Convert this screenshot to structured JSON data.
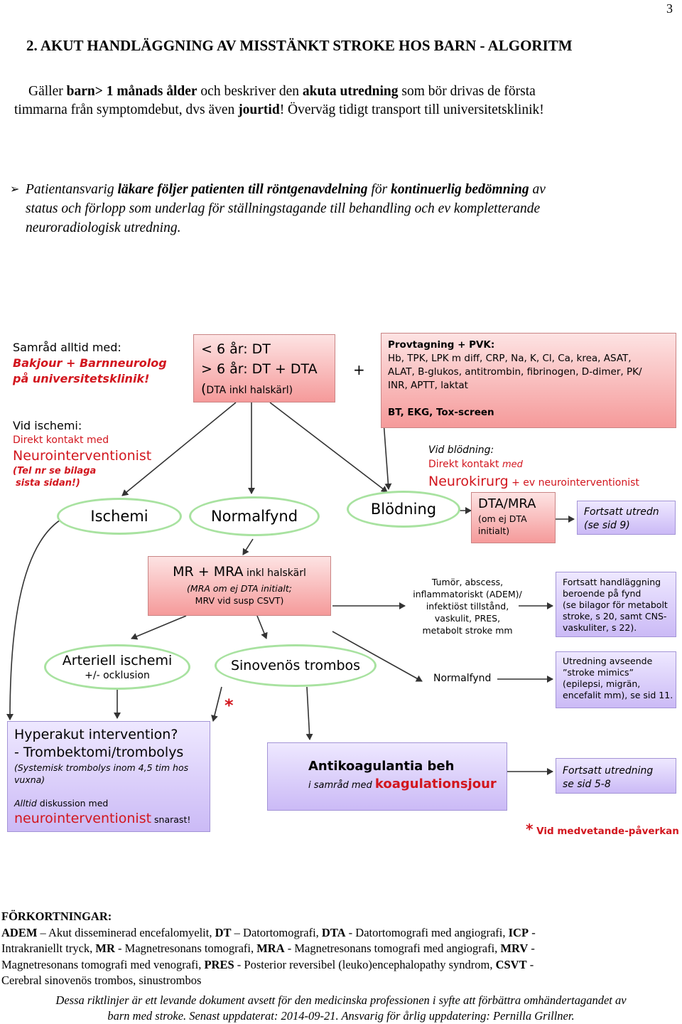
{
  "page_number": "3",
  "heading": "2. AKUT HANDLÄGGNING AV MISSTÄNKT STROKE HOS BARN - ALGORITM",
  "intro": {
    "t1": "Gäller ",
    "t2": "barn> 1 månads ålder",
    "t3": " och beskriver den ",
    "t4": "akuta utredning",
    "t5": " som bör drivas de första",
    "t6": "timmarna från symptomdebut, dvs även ",
    "t7": "jourtid",
    "t8": "! Överväg tidigt transport till universitetsklinik!"
  },
  "bullet": {
    "symbol": "➢",
    "p1": "Patientansvarig ",
    "p2": "läkare följer patienten till röntgenavdelning",
    "p3": " för ",
    "p4": "kontinuerlig bedömning",
    "p5": " av",
    "line2": "status och förlopp som underlag för ställningstagande till behandling och ev kompletterande",
    "line3": "neuroradiologisk utredning."
  },
  "samrad": {
    "label": "Samråd alltid med:",
    "line1": "Bakjour + Barnneurolog",
    "line2": "på universitetsklinik!"
  },
  "ischemi_note": {
    "label": "Vid ischemi:",
    "line1": "Direkt kontakt med",
    "line2": "Neurointerventionist",
    "line3": "(Tel nr se bilaga",
    "line4": "sista sidan!)"
  },
  "dt_box": {
    "line1": "< 6 år: DT",
    "line2": "> 6 år: DT + DTA",
    "line3a": "(",
    "line3b": "DTA inkl halskärl",
    "line3c": ")"
  },
  "plus": "+",
  "prov_box": {
    "title": "Provtagning + PVK:",
    "line1": "Hb, TPK, LPK m diff, CRP, Na, K, Cl, Ca, krea, ASAT,",
    "line2": "ALAT, B-glukos, antitrombin, fibrinogen, D-dimer, PK/",
    "line3": "INR, APTT, laktat",
    "line4": "BT, EKG, Tox-screen"
  },
  "blodning_note": {
    "label": "Vid blödning:",
    "line1a": "Direkt kontakt ",
    "line1b": "med",
    "line2a": "Neurokirurg",
    "line2b": " + ev neurointerventionist"
  },
  "ovals": {
    "ischemi": "Ischemi",
    "normalfynd": "Normalfynd",
    "blodning": "Blödning",
    "arteriell_title": "Arteriell ischemi",
    "arteriell_sub": "+/- ocklusion",
    "sinovenos": "Sinovenös trombos"
  },
  "dta_mra": {
    "title": "DTA/MRA",
    "line1": "(om ej DTA",
    "line2": "initialt)"
  },
  "fortsatt9": {
    "line1": "Fortsatt utredn",
    "line2": "(se sid 9)"
  },
  "mr_box": {
    "line1a": "MR + MRA",
    "line1b": " inkl halskärl",
    "line2": "(MRA om ej DTA initialt;",
    "line3": "MRV vid susp CSVT)"
  },
  "tumor": {
    "line1": "Tumör, abscess,",
    "line2": "inflammatoriskt (ADEM)/",
    "line3": "infektiöst tillstånd,",
    "line4": "vaskulit, PRES,",
    "line5": "metabolt stroke mm"
  },
  "fortsatt_handl": {
    "line1": "Fortsatt handläggning",
    "line2": "beroende på fynd",
    "line3": "(se bilagor för metabolt",
    "line4": "stroke, s 20,  samt CNS-",
    "line5": "vaskuliter, s 22)."
  },
  "normalfynd2": "Normalfynd",
  "mimics": {
    "line1": "Utredning  avseende",
    "line2": " ”stroke mimics”",
    "line3": "(epilepsi, migrän,",
    "line4": "encefalit mm), se sid 11."
  },
  "asterisk": "*",
  "hyperakut": {
    "title": "Hyperakut intervention?",
    "line2": "- Trombektomi/trombolys",
    "line3": "(Systemisk trombolys inom 4,5 tim hos",
    "line4": "vuxna)",
    "line5a": "Alltid",
    "line5b": " diskussion med",
    "line6a": "neurointerventionist",
    "line6b": " snarast!"
  },
  "antikoag": {
    "title": "Antikoagulantia beh",
    "line2a": "i samråd med ",
    "line2b": "koagulationsjour"
  },
  "fortsatt58": {
    "line1": "Fortsatt utredning",
    "line2": "se sid 5-8"
  },
  "medvetande": {
    "star": "*",
    "text": " Vid medvetande-påverkan"
  },
  "abbr": {
    "heading": "FÖRKORTNINGAR:",
    "l1": [
      {
        "b": "ADEM",
        "t": " – Akut disseminerad encefalomyelit, "
      },
      {
        "b": "DT",
        "t": " – Datortomografi, "
      },
      {
        "b": "DTA",
        "t": " - Datortomografi med angiografi, "
      },
      {
        "b": "ICP",
        "t": " -"
      }
    ],
    "l2": [
      {
        "b": "",
        "t": "Intrakraniellt tryck, "
      },
      {
        "b": "MR",
        "t": " - Magnetresonans tomografi, "
      },
      {
        "b": "MRA",
        "t": " - Magnetresonans tomografi med angiografi, "
      },
      {
        "b": "MRV",
        "t": " -"
      }
    ],
    "l3": [
      {
        "b": "",
        "t": "Magnetresonans tomografi med venografi, "
      },
      {
        "b": "PRES",
        "t": " - Posterior reversibel (leuko)encephalopathy syndrom, "
      },
      {
        "b": "CSVT",
        "t": " -"
      }
    ],
    "l4": "Cerebral sinovenös trombos, sinustrombos"
  },
  "footer": {
    "line1": "Dessa riktlinjer är ett levande dokument avsett för den medicinska professionen i syfte att förbättra omhändertagandet av",
    "line2": "barn med stroke. Senast uppdaterat: 2014-09-21. Ansvarig för årlig uppdatering: Pernilla Grillner."
  },
  "colors": {
    "red": "#d2161e",
    "pink_box": "#f59a9a",
    "purple_box": "#cbbaf6",
    "oval_border": "#a8e2a0"
  }
}
